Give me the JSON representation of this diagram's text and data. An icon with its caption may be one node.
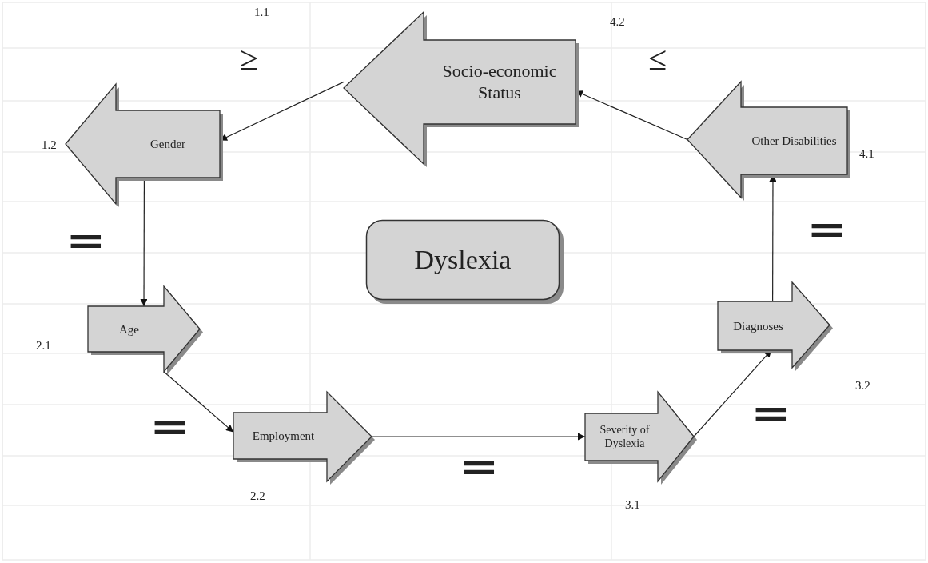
{
  "diagram": {
    "nodes": [
      {
        "text": [
          "Socio-economic Status"
        ]
      },
      {
        "text": [
          "Gender"
        ]
      },
      {
        "text": [
          "Age"
        ]
      },
      {
        "text": [
          "Employment"
        ]
      },
      {
        "text": [
          "Severity of Dyslexia"
        ]
      },
      {
        "text": [
          "Diagnoses"
        ]
      },
      {
        "text": [
          "Other Disabilities"
        ]
      },
      {
        "text": [
          "Dyslexia"
        ]
      }
    ],
    "edges": [
      {
        "from": 0,
        "to": 1,
        "arrow": "to"
      },
      {
        "from": 1,
        "to": 2,
        "arrow": "to"
      },
      {
        "from": 2,
        "to": 3,
        "arrow": "to"
      },
      {
        "from": 3,
        "to": 4,
        "arrow": "to"
      },
      {
        "from": 4,
        "to": 5,
        "arrow": "to"
      },
      {
        "from": 5,
        "to": 6,
        "arrow": "to"
      },
      {
        "from": 6,
        "to": 0,
        "arrow": "to"
      }
    ],
    "labels": [
      "1.1",
      "≥",
      "4.2",
      "≤",
      "1.2",
      "4.1",
      "=",
      "=",
      "2.1",
      "=",
      "3.2",
      "=",
      "=",
      "2.2",
      "3.1"
    ]
  }
}
